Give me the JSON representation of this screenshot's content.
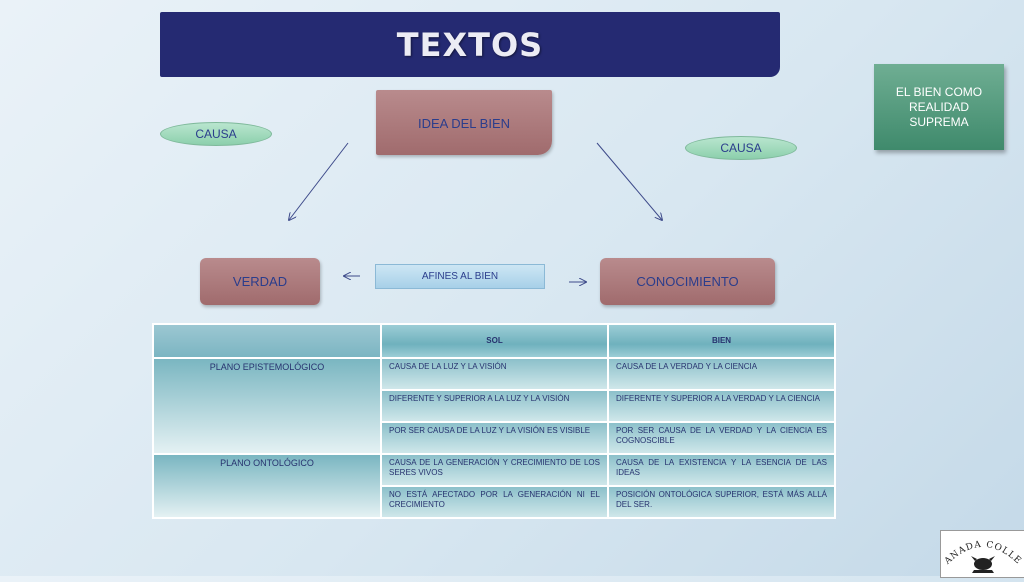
{
  "title": "TEXTOS",
  "diagram": {
    "idea": "IDEA  DEL BIEN",
    "causa_left": "CAUSA",
    "causa_right": "CAUSA",
    "verdad": "VERDAD",
    "conocimiento": "CONOCIMIENTO",
    "afines": "AFINES AL BIEN",
    "bien_suprema": "EL BIEN COMO REALIDAD SUPREMA"
  },
  "table": {
    "headers": [
      "",
      "SOL",
      "BIEN"
    ],
    "planes": [
      "PLANO EPISTEMOLÓGICO",
      "PLANO ONTOLÓGICO"
    ],
    "rows": [
      [
        "CAUSA DE LA LUZ Y LA VISIÓN",
        "CAUSA DE LA VERDAD Y LA CIENCIA"
      ],
      [
        "DIFERENTE Y SUPERIOR A LA LUZ Y LA VISIÓN",
        "DIFERENTE Y SUPERIOR A LA VERDAD Y LA CIENCIA"
      ],
      [
        "POR SER CAUSA DE LA LUZ Y LA VISIÓN ES VISIBLE",
        "POR SER CAUSA DE LA VERDAD Y LA CIENCIA ES COGNOSCIBLE"
      ],
      [
        "CAUSA DE LA GENERACIÓN Y CRECIMIENTO DE LOS SERES VIVOS",
        "CAUSA DE LA EXISTENCIA Y LA ESENCIA DE LAS IDEAS"
      ],
      [
        "NO ESTÁ AFECTADO POR LA GENERACIÓN NI EL CRECIMIENTO",
        "POSICIÓN ONTOLÓGICA SUPERIOR, ESTÁ MÁS ALLÁ DEL SER."
      ]
    ]
  },
  "logo": {
    "text": "GRANADA COLLEGE",
    "icon": "crest-icon"
  },
  "colors": {
    "title_bar": "#252a72",
    "box": "#a87476",
    "ellipse": "#9fd8bb",
    "text": "#2b3d8c",
    "green_box": "#4f967a"
  }
}
